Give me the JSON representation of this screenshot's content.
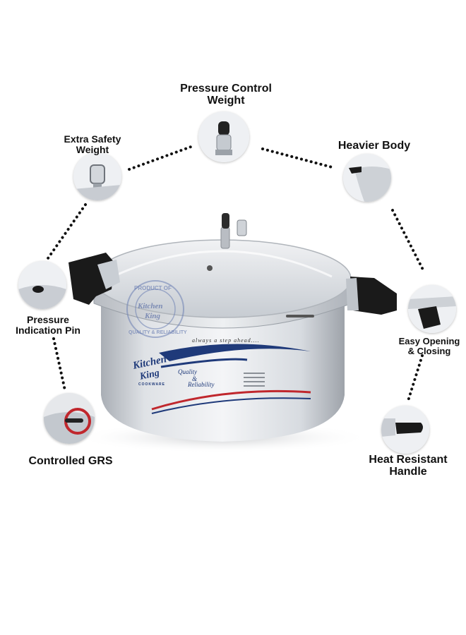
{
  "features": {
    "pressure_control_weight": {
      "line1": "Pressure Control",
      "line2": "Weight",
      "icon": "pressure-control-weight-icon"
    },
    "extra_safety_weight": {
      "line1": "Extra Safety",
      "line2": "Weight",
      "icon": "safety-weight-icon"
    },
    "heavier_body": {
      "line1": "Heavier Body",
      "icon": "heavier-body-icon"
    },
    "pressure_indication_pin": {
      "line1": "Pressure",
      "line2": "Indication Pin",
      "icon": "indication-pin-icon"
    },
    "easy_opening": {
      "line1": "Easy Opening",
      "line2": "& Closing",
      "icon": "lid-opening-icon"
    },
    "controlled_grs": {
      "line1": "Controlled GRS",
      "icon": "grs-icon"
    },
    "heat_resistant_handle": {
      "line1": "Heat Resistant",
      "line2": "Handle",
      "icon": "handle-icon"
    }
  },
  "product": {
    "brand_line1": "Kitchen",
    "brand_line2": "King",
    "brand_sub": "COOKWARE",
    "tagline": "always a step ahead....",
    "quality_line1": "Quality",
    "quality_line2": "&",
    "quality_line3": "Reliability",
    "stamp_top": "PRODUCT OF",
    "stamp_bottom": "QUALITY & RELIABILITY",
    "stamp_center1": "Kitchen",
    "stamp_center2": "King"
  },
  "colors": {
    "accent_blue": "#1f3a7a",
    "accent_red": "#c0272d",
    "body_silver": "#cfd3d8",
    "handle_black": "#1a1a1a"
  }
}
